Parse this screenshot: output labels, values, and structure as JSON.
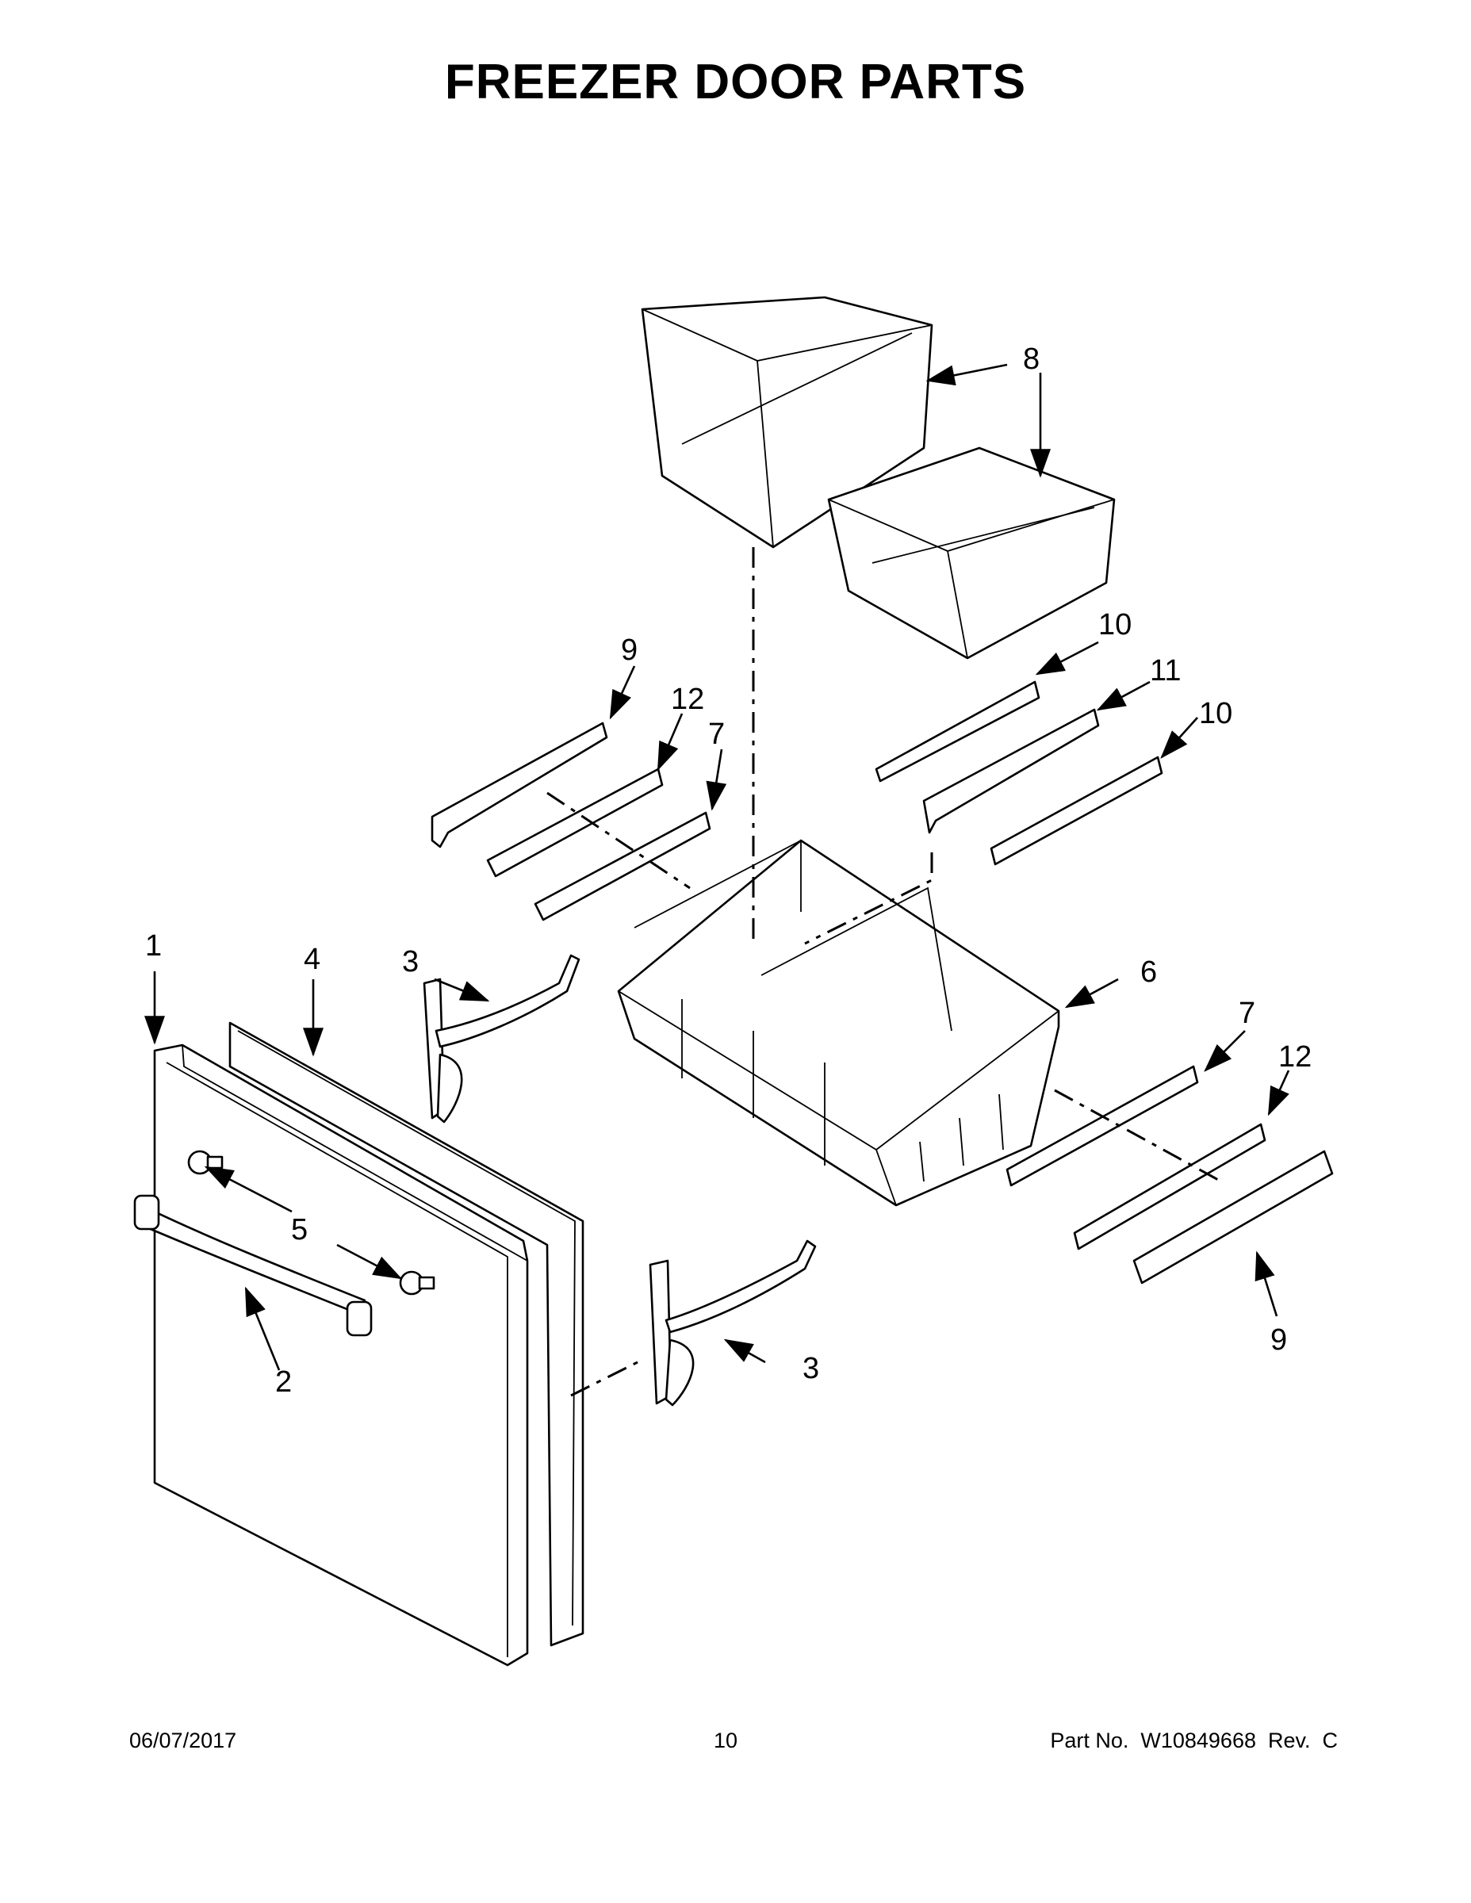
{
  "title": "FREEZER DOOR PARTS",
  "footer": {
    "date": "06/07/2017",
    "page": "10",
    "part_no": "Part No.  W10849668  Rev.  C"
  },
  "callouts": {
    "c1": "1",
    "c2": "2",
    "c3a": "3",
    "c3b": "3",
    "c4": "4",
    "c5": "5",
    "c6": "6",
    "c7a": "7",
    "c7b": "7",
    "c8": "8",
    "c9a": "9",
    "c9b": "9",
    "c10a": "10",
    "c10b": "10",
    "c11": "11",
    "c12a": "12",
    "c12b": "12"
  }
}
